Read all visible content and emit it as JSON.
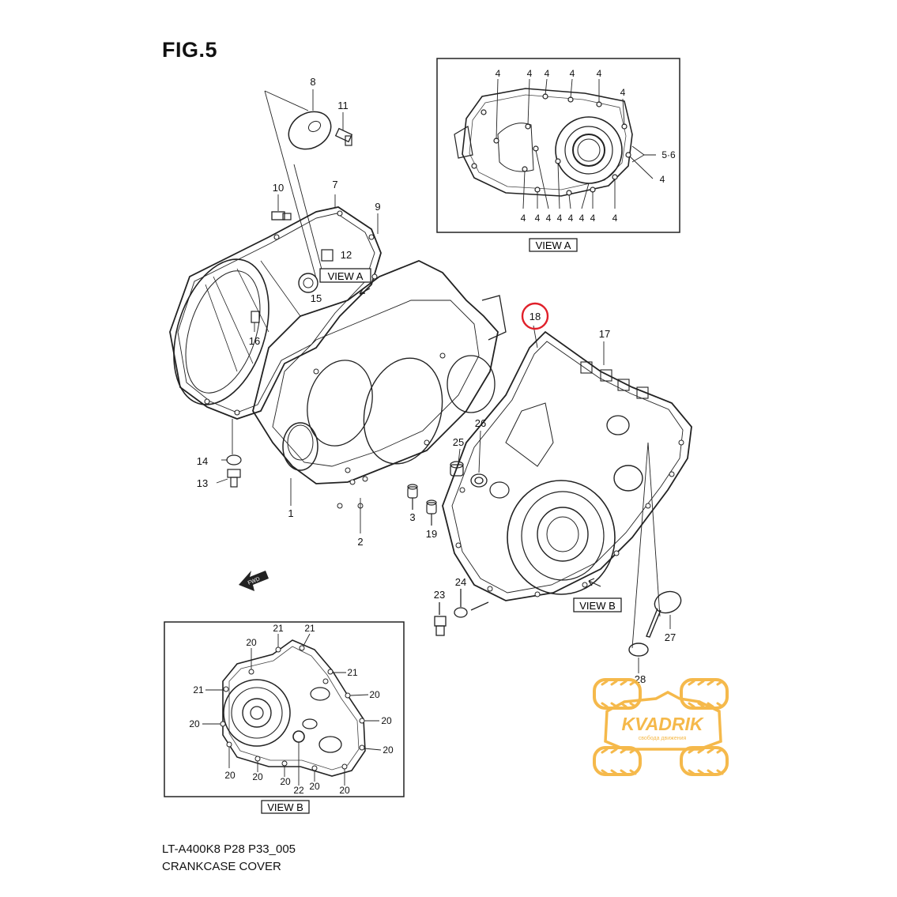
{
  "figure": {
    "title": "FIG.5",
    "model_code": "LT-A400K8 P28 P33_005",
    "caption": "CRANKCASE COVER"
  },
  "views": {
    "view_a": "VIEW A",
    "view_b": "VIEW B",
    "view_a_callout": "VIEW A",
    "view_b_callout": "VIEW B"
  },
  "parts": {
    "p1": "1",
    "p2": "2",
    "p3": "3",
    "p7": "7",
    "p8": "8",
    "p9": "9",
    "p10": "10",
    "p11": "11",
    "p12": "12",
    "p13": "13",
    "p14": "14",
    "p15": "15",
    "p16": "16",
    "p17": "17",
    "p18": "18",
    "p19": "19",
    "p23": "23",
    "p24": "24",
    "p25": "25",
    "p26": "26",
    "p27": "27",
    "p28": "28"
  },
  "view_a_labels": {
    "top": [
      "4",
      "4",
      "4",
      "4",
      "4",
      "4"
    ],
    "bottom": [
      "4",
      "4",
      "4",
      "4",
      "4",
      "4",
      "4",
      "4"
    ],
    "right_56": "5·6",
    "right_4": "4"
  },
  "view_b_labels": {
    "l21a": "21",
    "l21b": "21",
    "l21c": "21",
    "l21d": "21",
    "l20a": "20",
    "l20b": "20",
    "l20c": "20",
    "l20d": "20",
    "l20e": "20",
    "l20f": "20",
    "l20g": "20",
    "l20h": "20",
    "l20i": "20",
    "l20j": "20",
    "l22": "22"
  },
  "direction": {
    "fwd": "FWD"
  },
  "highlight": {
    "part": "18",
    "color": "#e0202a"
  },
  "watermark": {
    "brand": "KVADRIK",
    "tagline": "свобода движения",
    "color": "#f5b642"
  }
}
